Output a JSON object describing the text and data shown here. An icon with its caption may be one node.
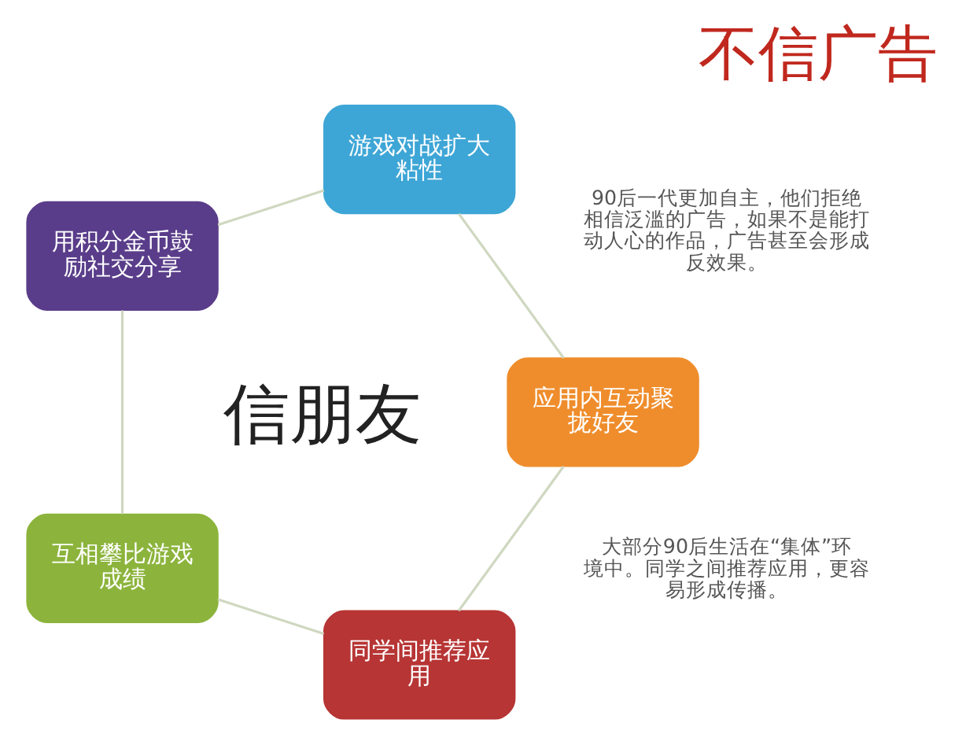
{
  "diagram": {
    "nodes": [
      {
        "text": [
          "同学间推荐应用"
        ]
      },
      {
        "text": [
          "互相攀比游戏成绩"
        ]
      },
      {
        "text": [
          "用积分金币鼓励社交分享"
        ]
      },
      {
        "text": [
          "游戏对战扩大粘性"
        ]
      },
      {
        "text": [
          "应用内互动聚拢好友"
        ]
      }
    ],
    "edges": [
      {
        "from": 0,
        "to": 1,
        "arrow": "none"
      },
      {
        "from": 1,
        "to": 2,
        "arrow": "none"
      },
      {
        "from": 2,
        "to": 3,
        "arrow": "none"
      },
      {
        "from": 3,
        "to": 4,
        "arrow": "none"
      },
      {
        "from": 4,
        "to": 0,
        "arrow": "none"
      }
    ],
    "labels": [
      "信朋友",
      "不信广告",
      "大部分90后生活在“集体”环境中。同学之间推荐应用，更容易形成传播。",
      "90后一代更加自主，他们拒绝相信泛滥的广告，如果不是能打动人心的作品，广告甚至会形成反效果。"
    ]
  }
}
